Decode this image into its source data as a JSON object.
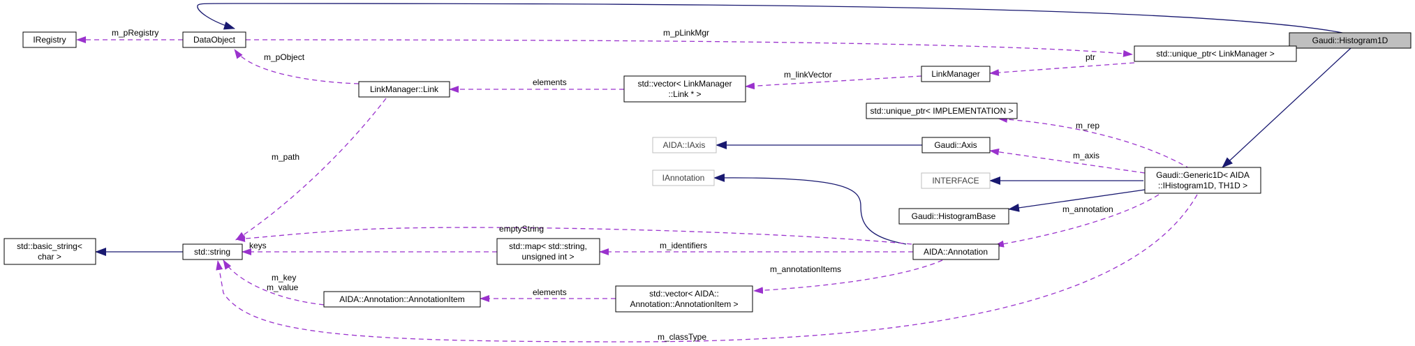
{
  "colors": {
    "inheritance": "#191970",
    "usage": "#9a32cd",
    "highlight_fill": "#bfbfbf",
    "external_border": "#bfbfbf"
  },
  "nodes": {
    "histogram1d": [
      "Gaudi::Histogram1D"
    ],
    "iregistry": [
      "IRegistry"
    ],
    "dataobject": [
      "DataObject"
    ],
    "unique_ptr_linkmanager": [
      "std::unique_ptr< LinkManager >"
    ],
    "linkmanager": [
      "LinkManager"
    ],
    "linkmanager_link": [
      "LinkManager::Link"
    ],
    "vector_link": [
      "std::vector< LinkManager",
      "::Link * >"
    ],
    "unique_ptr_impl": [
      "std::unique_ptr< IMPLEMENTATION >"
    ],
    "aida_iaxis": [
      "AIDA::IAxis"
    ],
    "gaudi_axis": [
      "Gaudi::Axis"
    ],
    "iannotation": [
      "IAnnotation"
    ],
    "interface": [
      "INTERFACE"
    ],
    "generic1d": [
      "Gaudi::Generic1D< AIDA",
      "::IHistogram1D, TH1D >"
    ],
    "histogrambase": [
      "Gaudi::HistogramBase"
    ],
    "basic_string": [
      "std::basic_string<",
      "char >"
    ],
    "std_string": [
      "std::string"
    ],
    "std_map": [
      "std::map< std::string,",
      "unsigned int >"
    ],
    "aida_annotation": [
      "AIDA::Annotation"
    ],
    "annotation_item": [
      "AIDA::Annotation::AnnotationItem"
    ],
    "vector_annotation_item": [
      "std::vector< AIDA::",
      "Annotation::AnnotationItem >"
    ]
  },
  "edge_labels": {
    "m_pRegistry": "m_pRegistry",
    "m_pLinkMgr": "m_pLinkMgr",
    "ptr": "ptr",
    "m_pObject": "m_pObject",
    "elements_link": "elements",
    "m_linkVector": "m_linkVector",
    "m_rep": "m_rep",
    "m_axis": "m_axis",
    "m_path": "m_path",
    "emptyString": "emptyString",
    "m_annotation": "m_annotation",
    "keys": "keys",
    "m_identifiers": "m_identifiers",
    "m_annotationItems": "m_annotationItems",
    "m_key": "m_key",
    "m_value": "m_value",
    "elements_item": "elements",
    "m_classType": "m_classType"
  }
}
